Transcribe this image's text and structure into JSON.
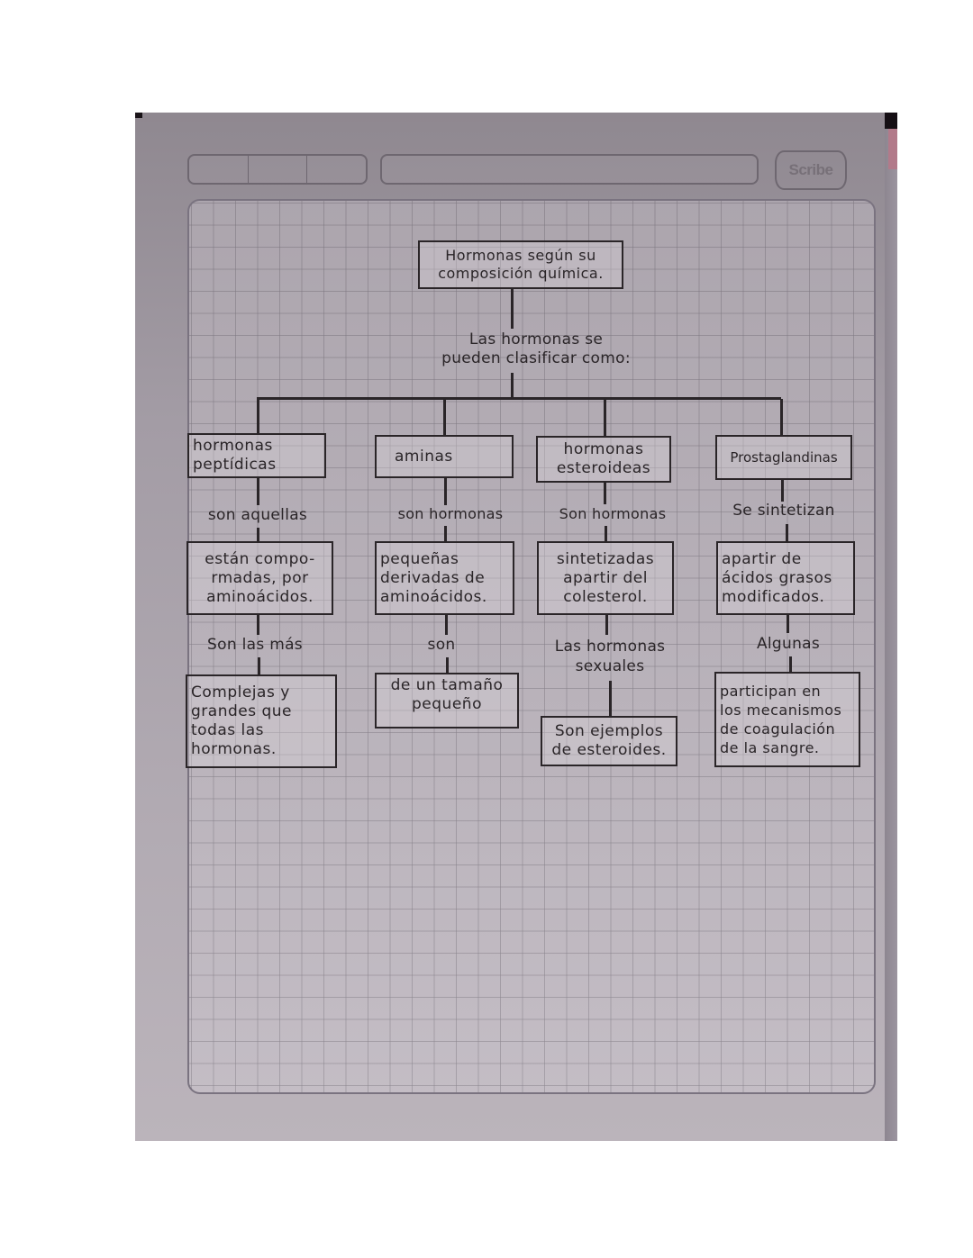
{
  "page": {
    "brand_logo": "Scribe",
    "paper": "graph-paper notebook",
    "colors": {
      "ink": "#2a2528",
      "paper": "#b8b1b9",
      "grid_line": "#6e6872",
      "background": "#ffffff"
    }
  },
  "diagram": {
    "root": {
      "text": "Hormonas según su\ncomposición química."
    },
    "root_connector": {
      "text": "Las hormonas se\npueden clasificar como:"
    },
    "branches": [
      {
        "title": "hormonas\npeptídicas",
        "link1": "son aquellas",
        "box1": "están compo-\nrmadas, por\naminoácidos.",
        "link2": "Son las más",
        "box2": "Complejas y\ngrandes que\ntodas las\nhormonas."
      },
      {
        "title": "aminas",
        "link1": "son hormonas",
        "box1": "pequeñas\nderivadas de\naminoácidos.",
        "link2": "son",
        "box2": "de un tamaño\npequeño"
      },
      {
        "title": "hormonas\nesteroideas",
        "link1": "Son hormonas",
        "box1": "sintetizadas\napartir del\ncolesterol.",
        "link2": "Las hormonas\nsexuales",
        "box2": "Son ejemplos\nde esteroides."
      },
      {
        "title": "Prostaglandinas",
        "link1": "Se sintetizan",
        "box1": "apartir de\nácidos grasos\nmodificados.",
        "link2": "Algunas",
        "box2": "participan en\nlos mecanismos\nde coagulación\nde la sangre."
      }
    ]
  }
}
